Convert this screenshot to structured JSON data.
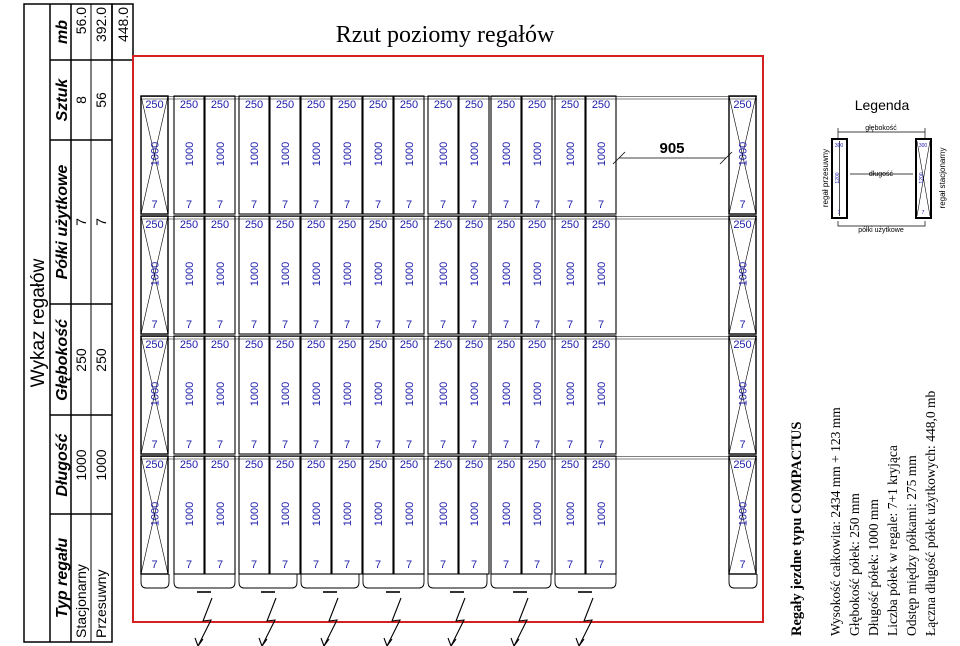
{
  "title": "Rzut poziomy regałów",
  "table": {
    "caption": "Wykaz regałów",
    "headers": [
      "Typ regału",
      "Długość",
      "Głębokość",
      "Półki użytkowe",
      "Sztuk",
      "mb"
    ],
    "rows": [
      [
        "Stacjonarny",
        "1000",
        "250",
        "7",
        "8",
        "56.0"
      ],
      [
        "Przesuwny",
        "1000",
        "250",
        "7",
        "56",
        "392.0"
      ]
    ],
    "total": "448.0"
  },
  "plan": {
    "depth_label": "250",
    "length_label": "1000",
    "shelves_label": "7",
    "aisle_label": "905",
    "rows": 4,
    "colors": {
      "frame": "#d42020",
      "shelf_text": "#1a1aa8",
      "lines": "#000000"
    }
  },
  "legend": {
    "title": "Legenda",
    "depth": "głębokość",
    "length": "długość",
    "shelves": "półki użytkowe",
    "mobile": "regał przesuwny",
    "stationary": "regał stacjonarny",
    "sample_depth": "300",
    "sample_length": "1200",
    "sample_shelves": "7"
  },
  "description": {
    "heading": "Regały jezdne typu COMPACTUS",
    "lines": [
      "Wysokość całkowita: 2434 mm + 123 mm",
      "Głębokość półek: 250 mm",
      "Długość półek: 1000 mm",
      "Liczba półek w regale: 7+1 kryjąca",
      "Odstęp między półkami: 275 mm",
      "Łączna długość półek użytkowych: 448,0 mb"
    ]
  }
}
